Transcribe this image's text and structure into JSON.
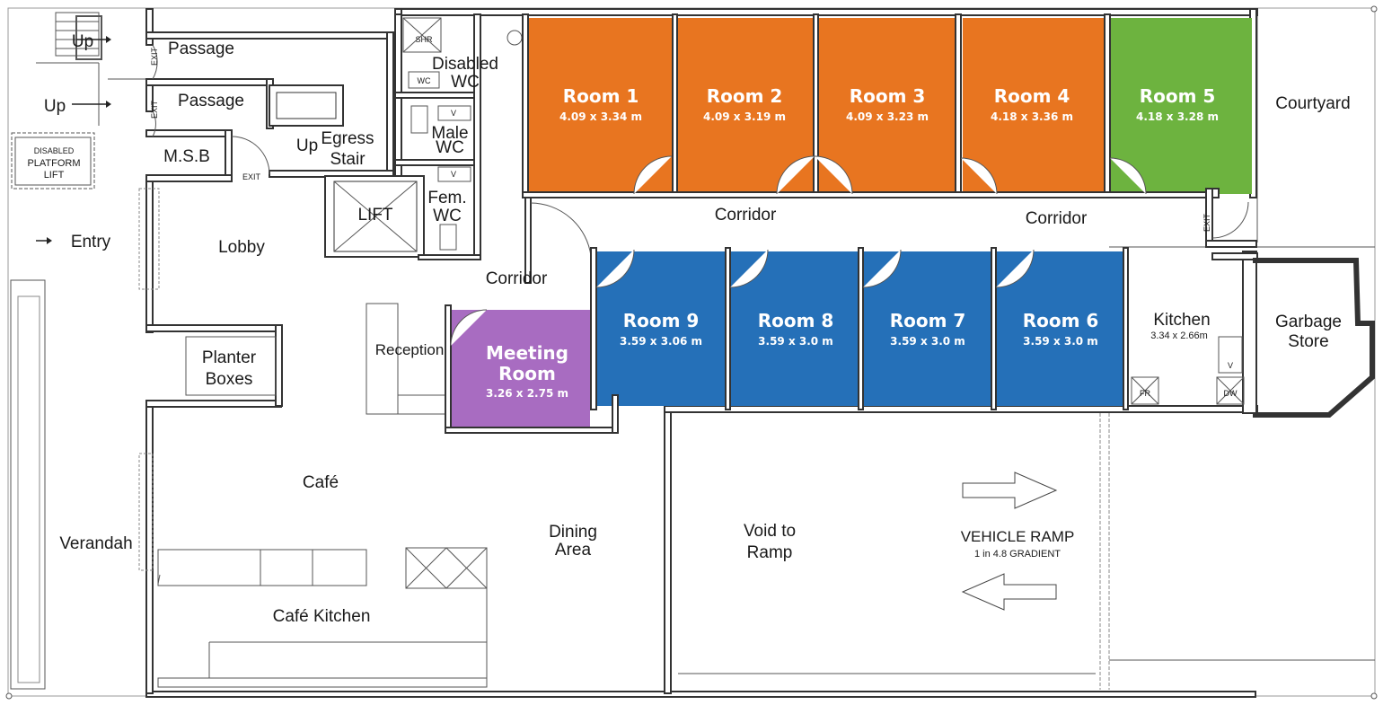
{
  "colors": {
    "orange": "#e87520",
    "green": "#6db33f",
    "blue": "#2570b8",
    "purple": "#a86cc1",
    "wall": "#333333"
  },
  "rooms": [
    {
      "name": "Room 1",
      "dims": "4.09 x 3.34 m",
      "color": "#e87520"
    },
    {
      "name": "Room 2",
      "dims": "4.09 x 3.19 m",
      "color": "#e87520"
    },
    {
      "name": "Room 3",
      "dims": "4.09 x 3.23 m",
      "color": "#e87520"
    },
    {
      "name": "Room 4",
      "dims": "4.18 x 3.36 m",
      "color": "#e87520"
    },
    {
      "name": "Room 5",
      "dims": "4.18 x 3.28 m",
      "color": "#6db33f"
    },
    {
      "name": "Room 6",
      "dims": "3.59 x 3.0 m",
      "color": "#2570b8"
    },
    {
      "name": "Room 7",
      "dims": "3.59 x 3.0 m",
      "color": "#2570b8"
    },
    {
      "name": "Room 8",
      "dims": "3.59 x 3.0 m",
      "color": "#2570b8"
    },
    {
      "name": "Room 9",
      "dims": "3.59 x 3.06 m",
      "color": "#2570b8"
    },
    {
      "name": "Meeting Room",
      "name_line1": "Meeting",
      "name_line2": "Room",
      "dims": "3.26 x 2.75 m",
      "color": "#a86cc1"
    }
  ],
  "labels": {
    "up_top": "Up",
    "up_left": "Up",
    "up_stair": "Up",
    "passage_1": "Passage",
    "passage_2": "Passage",
    "msb": "M.S.B",
    "egress_1": "Egress",
    "egress_2": "Stair",
    "lift": "LIFT",
    "platform_lift_1": "DISABLED",
    "platform_lift_2": "PLATFORM",
    "platform_lift_3": "LIFT",
    "entry": "Entry",
    "lobby": "Lobby",
    "exit_1": "EXIT",
    "exit_2": "EXIT",
    "exit_3": "EXIT",
    "exit_4": "EXIT",
    "shr": "SHR",
    "disabled_wc_1": "Disabled",
    "disabled_wc_2": "WC",
    "wc_fixture": "WC",
    "male_wc_1": "Male",
    "male_wc_2": "WC",
    "fem_wc_1": "Fem.",
    "fem_wc_2": "WC",
    "v_mark_1": "V",
    "v_mark_2": "V",
    "v_mark_3": "V",
    "corridor_left": "Corridor",
    "corridor_mid": "Corridor",
    "corridor_right": "Corridor",
    "courtyard": "Courtyard",
    "reception": "Reception",
    "planter_1": "Planter",
    "planter_2": "Boxes",
    "kitchen": "Kitchen",
    "kitchen_dims": "3.34 x 2.66m",
    "fr": "FR",
    "dw": "DW",
    "garbage_1": "Garbage",
    "garbage_2": "Store",
    "cafe": "Café",
    "dining_1": "Dining",
    "dining_2": "Area",
    "verandah": "Verandah",
    "cafe_kitchen": "Café Kitchen",
    "void_1": "Void to",
    "void_2": "Ramp",
    "ramp_1": "VEHICLE RAMP",
    "ramp_2": "1 in 4.8 GRADIENT"
  }
}
